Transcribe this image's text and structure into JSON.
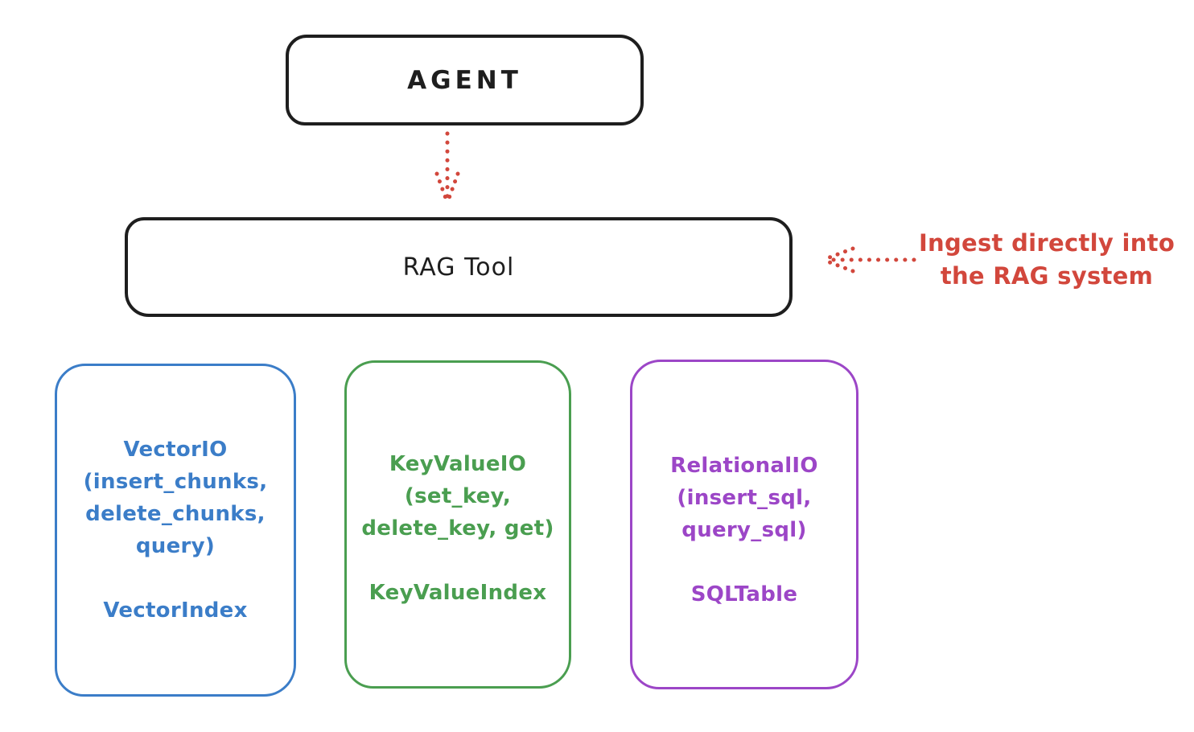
{
  "colors": {
    "ink": "#1e1e1e",
    "red": "#d2473c",
    "blue": "#3b7dc8",
    "green": "#4a9e50",
    "purple": "#9c46c7"
  },
  "agent": {
    "label": "AGENT"
  },
  "rag_tool": {
    "label": "RAG Tool"
  },
  "annotation": {
    "line1": "Ingest directly into",
    "line2": "the RAG system"
  },
  "backends": [
    {
      "name": "VectorIO",
      "color": "#3b7dc8",
      "lines": [
        "VectorIO",
        "(insert_chunks,",
        "delete_chunks,",
        "query)"
      ],
      "index_label": "VectorIndex"
    },
    {
      "name": "KeyValueIO",
      "color": "#4a9e50",
      "lines": [
        "KeyValueIO",
        "(set_key,",
        "delete_key, get)"
      ],
      "index_label": "KeyValueIndex"
    },
    {
      "name": "RelationalIO",
      "color": "#9c46c7",
      "lines": [
        "RelationalIO",
        "(insert_sql,",
        "query_sql)"
      ],
      "index_label": "SQLTable"
    }
  ]
}
